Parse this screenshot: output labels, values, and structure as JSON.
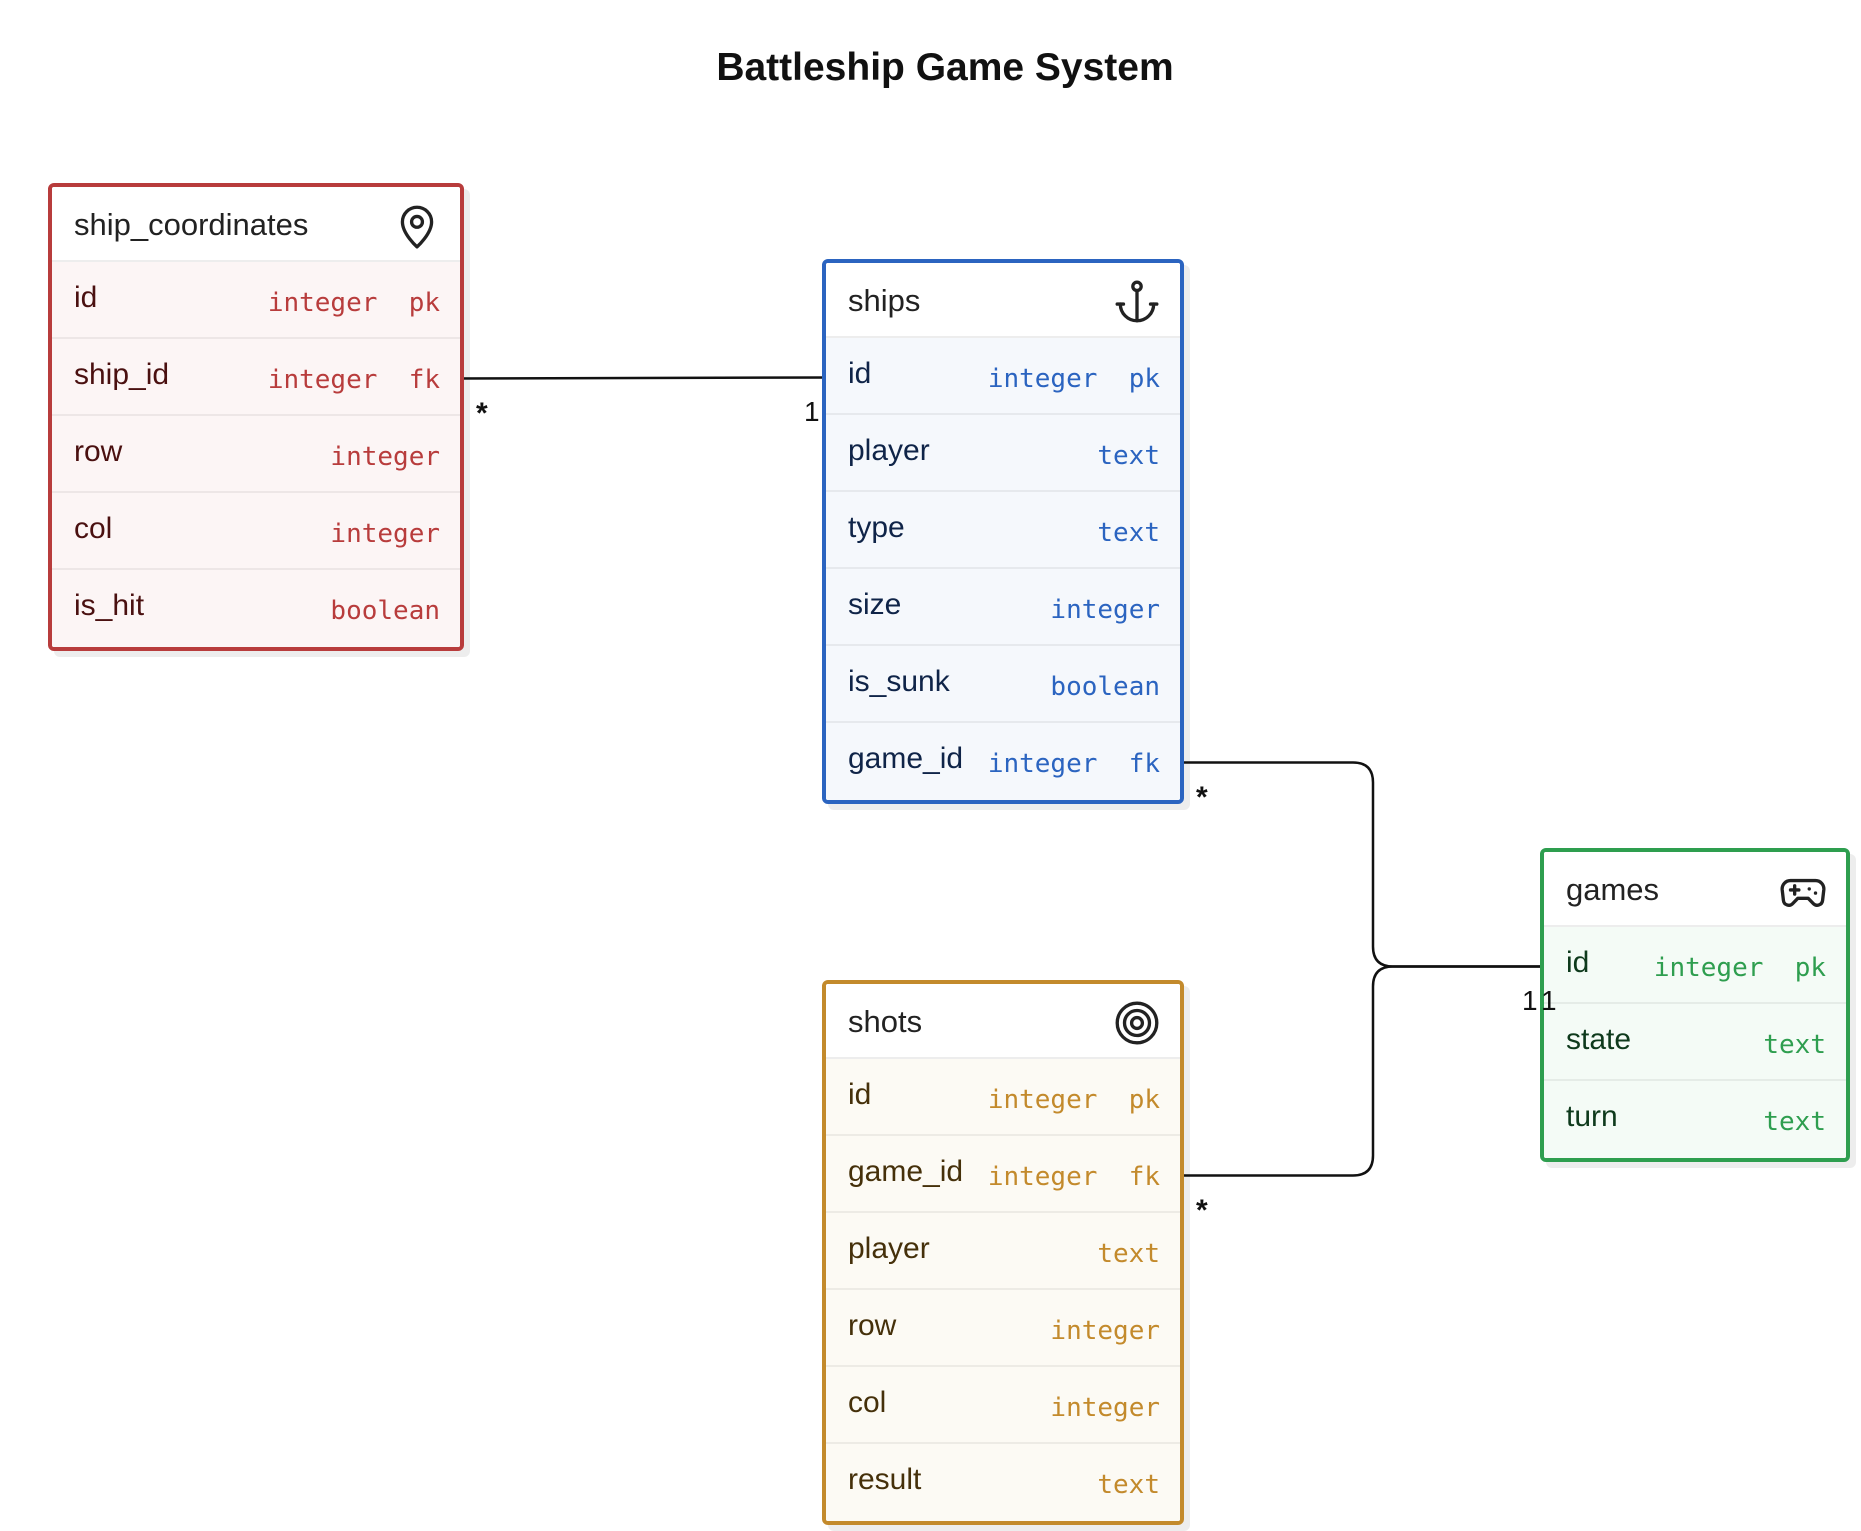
{
  "title": "Battleship Game System",
  "tables": {
    "ship_coordinates": {
      "name": "ship_coordinates",
      "icon": "map-pin-icon",
      "color": "#b83c3c",
      "bg": "#fcf5f5",
      "text_color": "#4a1010",
      "fields": [
        {
          "name": "id",
          "type": "integer",
          "key": "pk"
        },
        {
          "name": "ship_id",
          "type": "integer",
          "key": "fk"
        },
        {
          "name": "row",
          "type": "integer",
          "key": ""
        },
        {
          "name": "col",
          "type": "integer",
          "key": ""
        },
        {
          "name": "is_hit",
          "type": "boolean",
          "key": ""
        }
      ]
    },
    "ships": {
      "name": "ships",
      "icon": "anchor-icon",
      "color": "#2b64c0",
      "bg": "#f5f8fc",
      "text_color": "#0f2448",
      "fields": [
        {
          "name": "id",
          "type": "integer",
          "key": "pk"
        },
        {
          "name": "player",
          "type": "text",
          "key": ""
        },
        {
          "name": "type",
          "type": "text",
          "key": ""
        },
        {
          "name": "size",
          "type": "integer",
          "key": ""
        },
        {
          "name": "is_sunk",
          "type": "boolean",
          "key": ""
        },
        {
          "name": "game_id",
          "type": "integer",
          "key": "fk"
        }
      ]
    },
    "games": {
      "name": "games",
      "icon": "gamepad-icon",
      "color": "#2e9e4f",
      "bg": "#f4fbf6",
      "text_color": "#0e3a1c",
      "fields": [
        {
          "name": "id",
          "type": "integer",
          "key": "pk"
        },
        {
          "name": "state",
          "type": "text",
          "key": ""
        },
        {
          "name": "turn",
          "type": "text",
          "key": ""
        }
      ]
    },
    "shots": {
      "name": "shots",
      "icon": "target-icon",
      "color": "#c38a2c",
      "bg": "#fcfaf4",
      "text_color": "#45300a",
      "fields": [
        {
          "name": "id",
          "type": "integer",
          "key": "pk"
        },
        {
          "name": "game_id",
          "type": "integer",
          "key": "fk"
        },
        {
          "name": "player",
          "type": "text",
          "key": ""
        },
        {
          "name": "row",
          "type": "integer",
          "key": ""
        },
        {
          "name": "col",
          "type": "integer",
          "key": ""
        },
        {
          "name": "result",
          "type": "text",
          "key": ""
        }
      ]
    }
  },
  "relations": [
    {
      "from_table": "ship_coordinates",
      "from_field": "ship_id",
      "to_table": "ships",
      "to_field": "id",
      "from_card": "*",
      "to_card": "1"
    },
    {
      "from_table": "ships",
      "from_field": "game_id",
      "to_table": "games",
      "to_field": "id",
      "from_card": "*",
      "to_card": "1"
    },
    {
      "from_table": "shots",
      "from_field": "game_id",
      "to_table": "games",
      "to_field": "id",
      "from_card": "*",
      "to_card": "1"
    }
  ]
}
